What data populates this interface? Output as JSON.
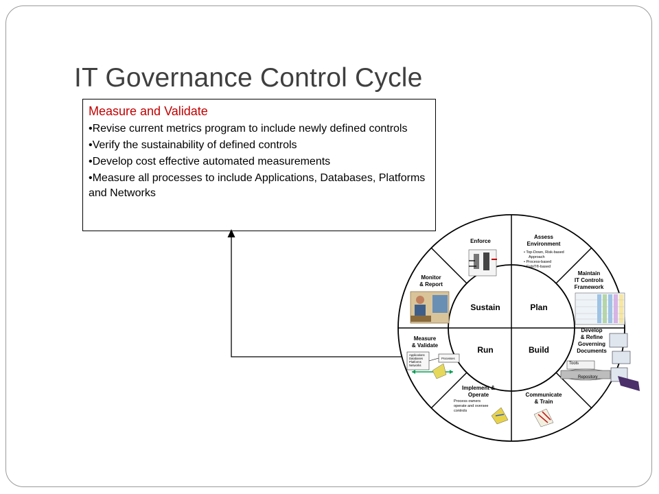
{
  "slide": {
    "title": "IT Governance Control Cycle"
  },
  "callout": {
    "heading": "Measure and Validate",
    "bullets": [
      "•Revise current metrics program to include newly defined controls",
      "•Verify the sustainability of defined controls",
      "•Develop cost effective automated measurements",
      "•Measure all processes to include Applications, Databases, Platforms and Networks"
    ]
  },
  "cycle": {
    "quadrants": [
      "Sustain",
      "Plan",
      "Run",
      "Build"
    ],
    "stages": {
      "enforce": "Enforce",
      "assess_1": "Assess",
      "assess_2": "Environment",
      "assess_bullets": [
        "• Top-Down, Risk-based",
        "Approach",
        "• Process-based",
        "• CobiT®-based"
      ],
      "maintain_1": "Maintain",
      "maintain_2": "IT Controls",
      "maintain_3": "Framework",
      "monitor_1": "Monitor",
      "monitor_2": "& Report",
      "measure_1": "Measure",
      "measure_2": "& Validate",
      "measure_box_1": "Applications",
      "measure_box_2": "Databases",
      "measure_box_3": "Platforms",
      "measure_box_4": "Networks",
      "measure_box_5": "Processes",
      "develop_1": "Develop",
      "develop_2": "& Refine",
      "develop_3": "Governing",
      "develop_4": "Documents",
      "tools": "Tools",
      "repository": "Repository",
      "implement_1": "Implement &",
      "implement_2": "Operate",
      "implement_note_1": "Process owners",
      "implement_note_2": "operate and oversee",
      "implement_note_3": "controls",
      "communicate_1": "Communicate",
      "communicate_2": "& Train"
    }
  }
}
